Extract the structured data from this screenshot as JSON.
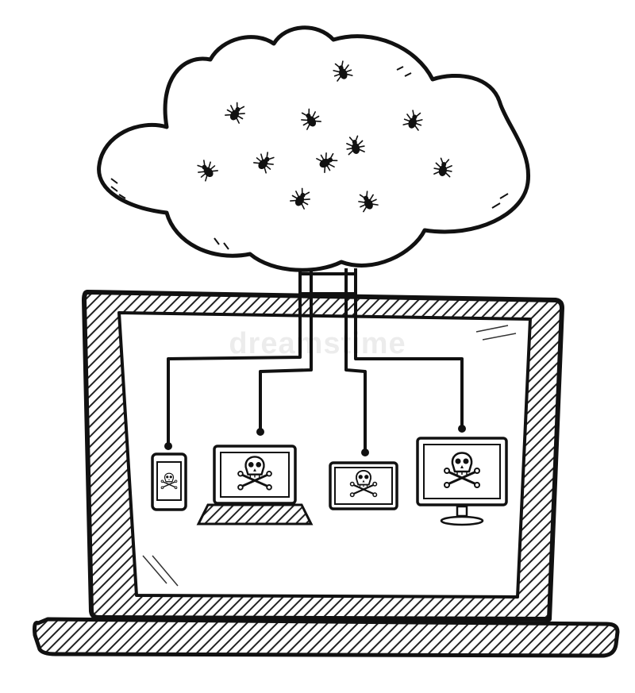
{
  "watermark": {
    "text": "dreamstime"
  },
  "palette": {
    "ink": "#111111",
    "paper": "#ffffff",
    "hatch": "#222222"
  },
  "icons": {
    "cloud": "cloud-icon",
    "bug": "bug-icon",
    "skull": "skull-and-crossbones-icon",
    "laptop": "laptop-icon",
    "phone": "smartphone-icon",
    "tablet": "tablet-icon",
    "monitor": "monitor-icon"
  },
  "scene": {
    "bug_count": 11,
    "infected_devices": [
      "smartphone",
      "laptop",
      "tablet",
      "monitor"
    ]
  }
}
